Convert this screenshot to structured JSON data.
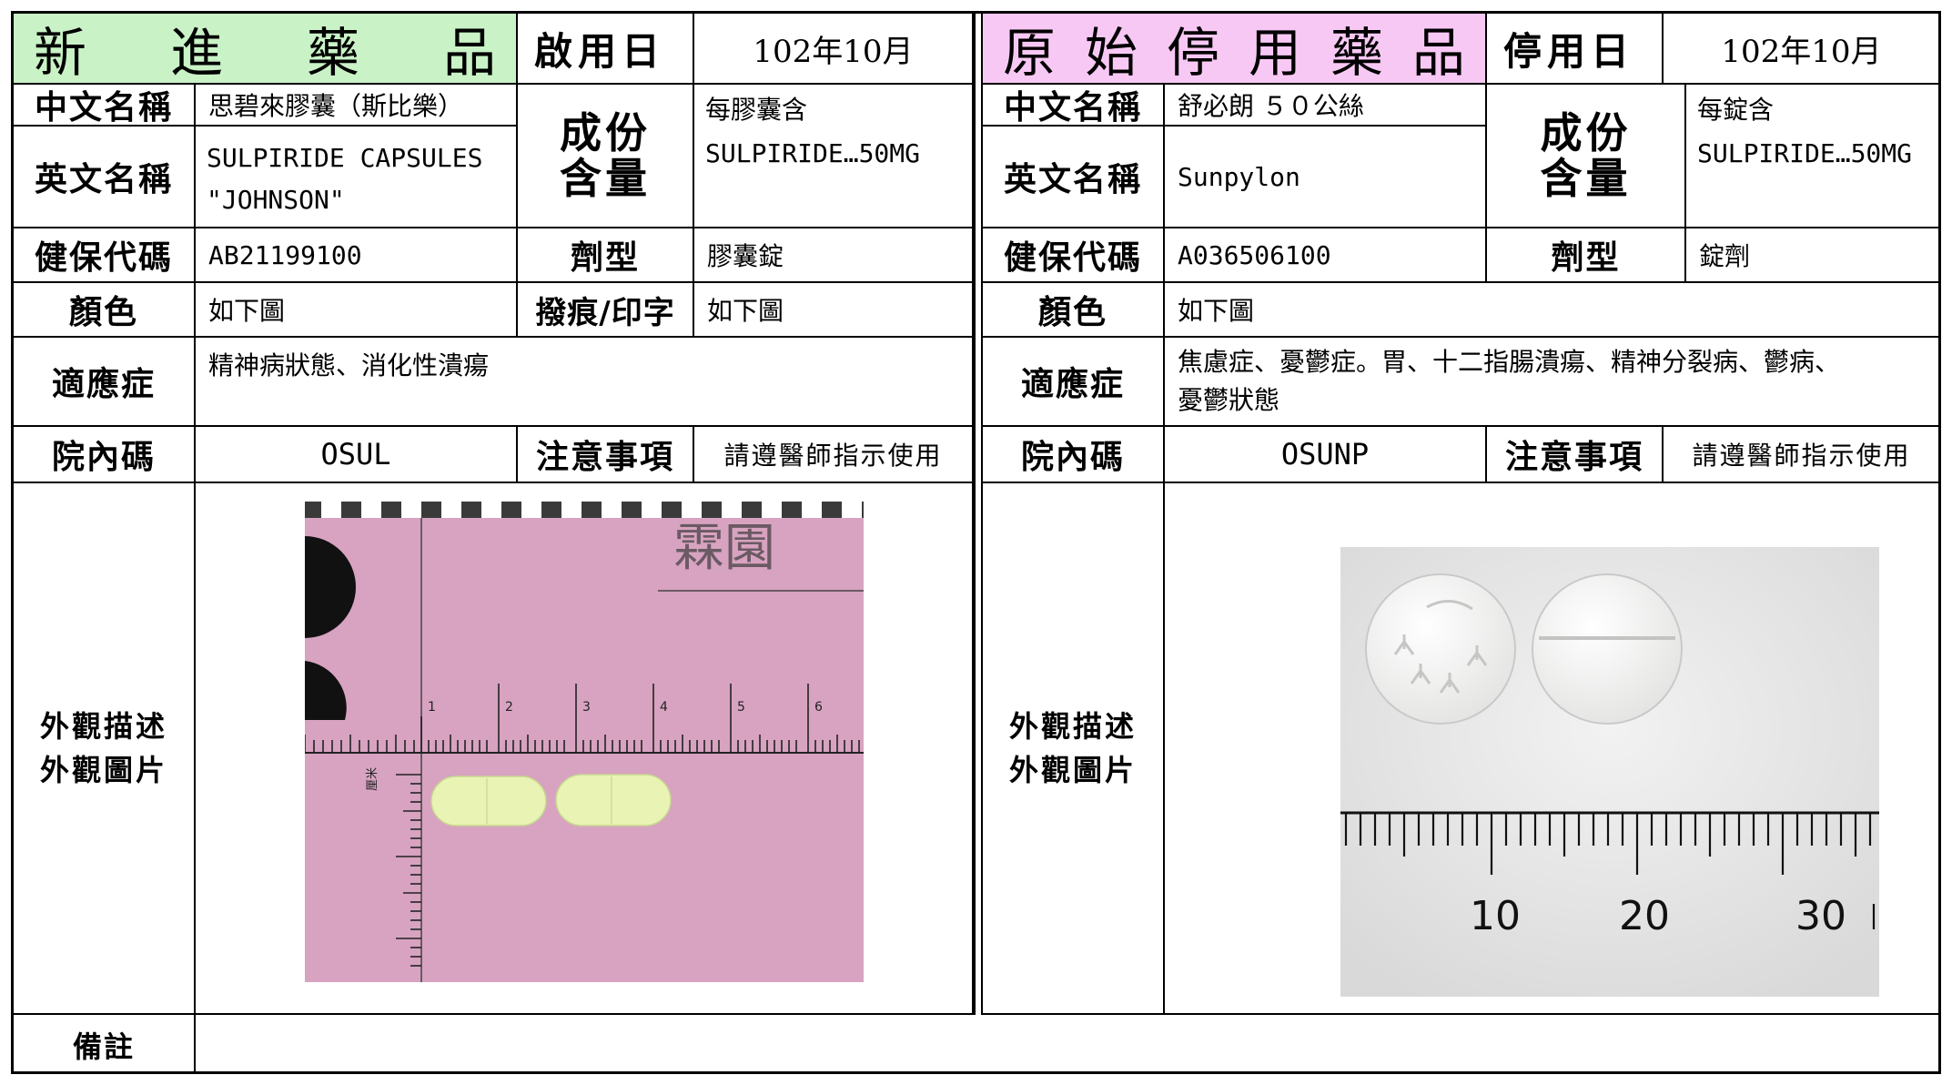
{
  "left": {
    "title": [
      "新",
      "進",
      "藥",
      "品"
    ],
    "date_label": "啟用日",
    "date_value": "102年10月",
    "cn_name_label": "中文名稱",
    "cn_name": "思碧來膠囊（斯比樂）",
    "en_name_label": "英文名稱",
    "en_name_line1": "SULPIRIDE CAPSULES",
    "en_name_line2": "\"JOHNSON\"",
    "comp_label_1": "成份",
    "comp_label_2": "含量",
    "comp_line1": "每膠囊含",
    "comp_line2": "SULPIRIDE…50MG",
    "nhi_label": "健保代碼",
    "nhi_code": "AB21199100",
    "form_label": "劑型",
    "form_value": "膠囊錠",
    "color_label": "顏色",
    "color_value": "如下圖",
    "mark_label": "撥痕/印字",
    "mark_value": "如下圖",
    "indication_label": "適應症",
    "indication": "精神病狀態、消化性潰瘍",
    "code_label": "院內碼",
    "code_value": "OSUL",
    "note_label": "注意事項",
    "note_value": "請遵醫師指示使用",
    "appearance_label_1": "外觀描述",
    "appearance_label_2": "外觀圖片",
    "photo_text": "霖園",
    "ruler_numbers": [
      "1",
      "2",
      "3",
      "4",
      "5",
      "6"
    ],
    "side_ruler_text": "厘米"
  },
  "right": {
    "title": [
      "原",
      "始",
      "停",
      "用",
      "藥",
      "品"
    ],
    "date_label": "停用日",
    "date_value": "102年10月",
    "cn_name_label": "中文名稱",
    "cn_name": "舒必朗 ５０公絲",
    "en_name_label": "英文名稱",
    "en_name": "Sunpylon",
    "comp_label_1": "成份",
    "comp_label_2": "含量",
    "comp_line1": "每錠含",
    "comp_line2": "SULPIRIDE…50MG",
    "nhi_label": "健保代碼",
    "nhi_code": "A036506100",
    "form_label": "劑型",
    "form_value": "錠劑",
    "color_label": "顏色",
    "color_value": "如下圖",
    "indication_label": "適應症",
    "indication_line1": "焦慮症、憂鬱症。胃、十二指腸潰瘍、精神分裂病、鬱病、",
    "indication_line2": "憂鬱狀態",
    "code_label": "院內碼",
    "code_value": "OSUNP",
    "note_label": "注意事項",
    "note_value": "請遵醫師指示使用",
    "appearance_label_1": "外觀描述",
    "appearance_label_2": "外觀圖片",
    "ruler_numbers": [
      "10",
      "20",
      "30"
    ]
  },
  "remarks_label": "備註",
  "remarks_value": "",
  "colors": {
    "new_header": "#c9f2c6",
    "old_header": "#f8c8f4",
    "pink_background": "#d7a3c0",
    "capsule": "#e9f3b4",
    "tablet": "#f7f8f6"
  }
}
